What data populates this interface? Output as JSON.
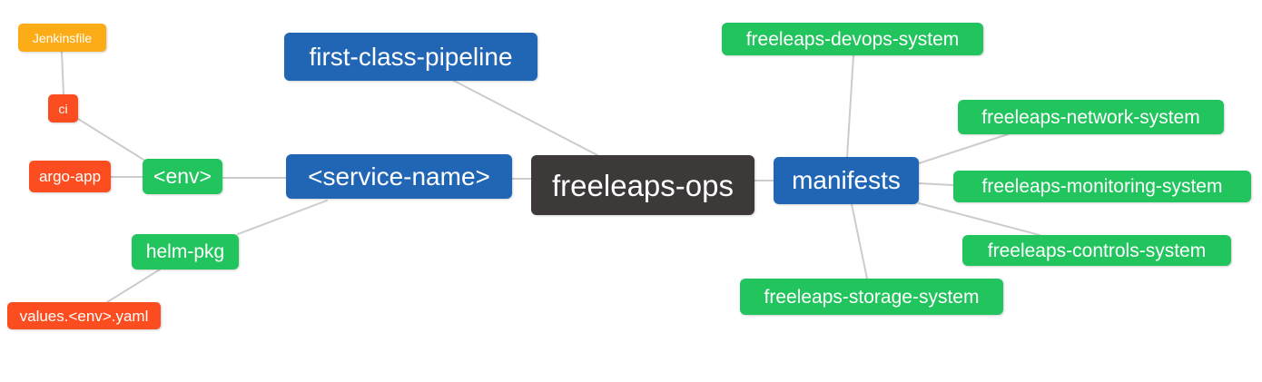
{
  "diagram": {
    "type": "mindmap",
    "title": "freeleaps-ops repository structure",
    "nodes": {
      "jenkinsfile": {
        "label": "Jenkinsfile",
        "color": "#fcac17"
      },
      "ci": {
        "label": "ci",
        "color": "#fb4d1f"
      },
      "argo_app": {
        "label": "argo-app",
        "color": "#fb4d1f"
      },
      "env": {
        "label": "<env>",
        "color": "#21c45d"
      },
      "helm_pkg": {
        "label": "helm-pkg",
        "color": "#21c45d"
      },
      "values_env_yaml": {
        "label": "values.<env>.yaml",
        "color": "#fb4d1f"
      },
      "first_class_pipeline": {
        "label": "first-class-pipeline",
        "color": "#2166b5"
      },
      "service_name": {
        "label": "<service-name>",
        "color": "#2166b5"
      },
      "freeleaps_ops": {
        "label": "freeleaps-ops",
        "color": "#3d3939"
      },
      "manifests": {
        "label": "manifests",
        "color": "#2166b5"
      },
      "devops_system": {
        "label": "freeleaps-devops-system",
        "color": "#21c45d"
      },
      "network_system": {
        "label": "freeleaps-network-system",
        "color": "#21c45d"
      },
      "monitoring_system": {
        "label": "freeleaps-monitoring-system",
        "color": "#21c45d"
      },
      "controls_system": {
        "label": "freeleaps-controls-system",
        "color": "#21c45d"
      },
      "storage_system": {
        "label": "freeleaps-storage-system",
        "color": "#21c45d"
      }
    },
    "edges": [
      {
        "from": "jenkinsfile",
        "to": "ci"
      },
      {
        "from": "ci",
        "to": "env"
      },
      {
        "from": "argo_app",
        "to": "env"
      },
      {
        "from": "env",
        "to": "service_name"
      },
      {
        "from": "service_name",
        "to": "helm_pkg"
      },
      {
        "from": "helm_pkg",
        "to": "values_env_yaml"
      },
      {
        "from": "service_name",
        "to": "freeleaps_ops"
      },
      {
        "from": "first_class_pipeline",
        "to": "freeleaps_ops"
      },
      {
        "from": "freeleaps_ops",
        "to": "manifests"
      },
      {
        "from": "manifests",
        "to": "devops_system"
      },
      {
        "from": "manifests",
        "to": "network_system"
      },
      {
        "from": "manifests",
        "to": "monitoring_system"
      },
      {
        "from": "manifests",
        "to": "controls_system"
      },
      {
        "from": "manifests",
        "to": "storage_system"
      }
    ],
    "palette": {
      "blue": "#2166b5",
      "green": "#21c45d",
      "red": "#fb4d1f",
      "amber": "#fcac17",
      "dark": "#3d3939",
      "edge_line": "#cccccc",
      "background": "#ffffff",
      "text": "#ffffff"
    }
  }
}
